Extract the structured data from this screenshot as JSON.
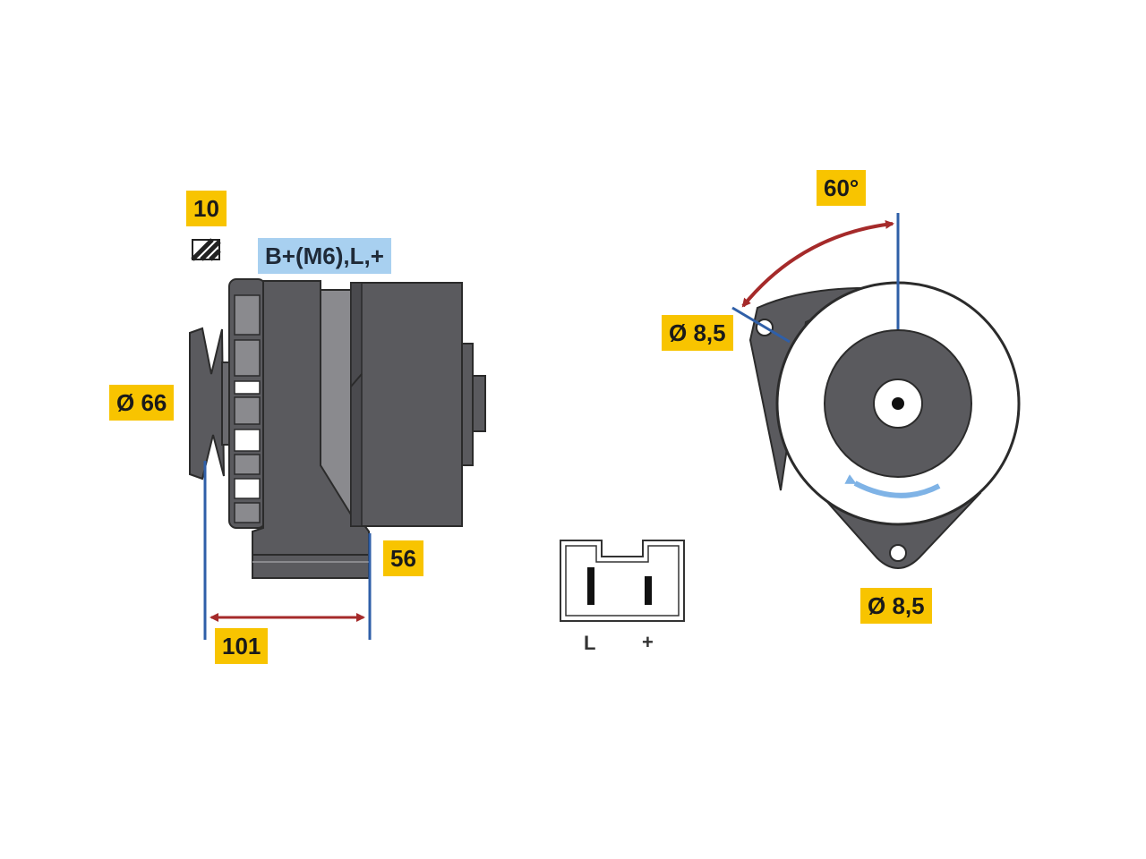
{
  "labels": {
    "torque_mark": "10",
    "terminals": "B+(M6),L,+",
    "pulley_diameter": "Ø 66",
    "body_length": "101",
    "mount_width": "56",
    "angle": "60°",
    "hole_upper": "Ø 8,5",
    "hole_lower": "Ø 8,5"
  },
  "connector": {
    "pin_left": "L",
    "pin_right": "+"
  },
  "icons": {
    "hatch": "hatch-icon",
    "rotation": "rotation-arrow-icon"
  },
  "colors": {
    "label_bg": "#f8c400",
    "terminal_bg": "#a8d0f0",
    "body_dark": "#5a5a5e",
    "dimension_blue": "#2f5fa8",
    "dimension_red": "#a52a2a",
    "rotation_arrow": "#7fb3e6"
  }
}
